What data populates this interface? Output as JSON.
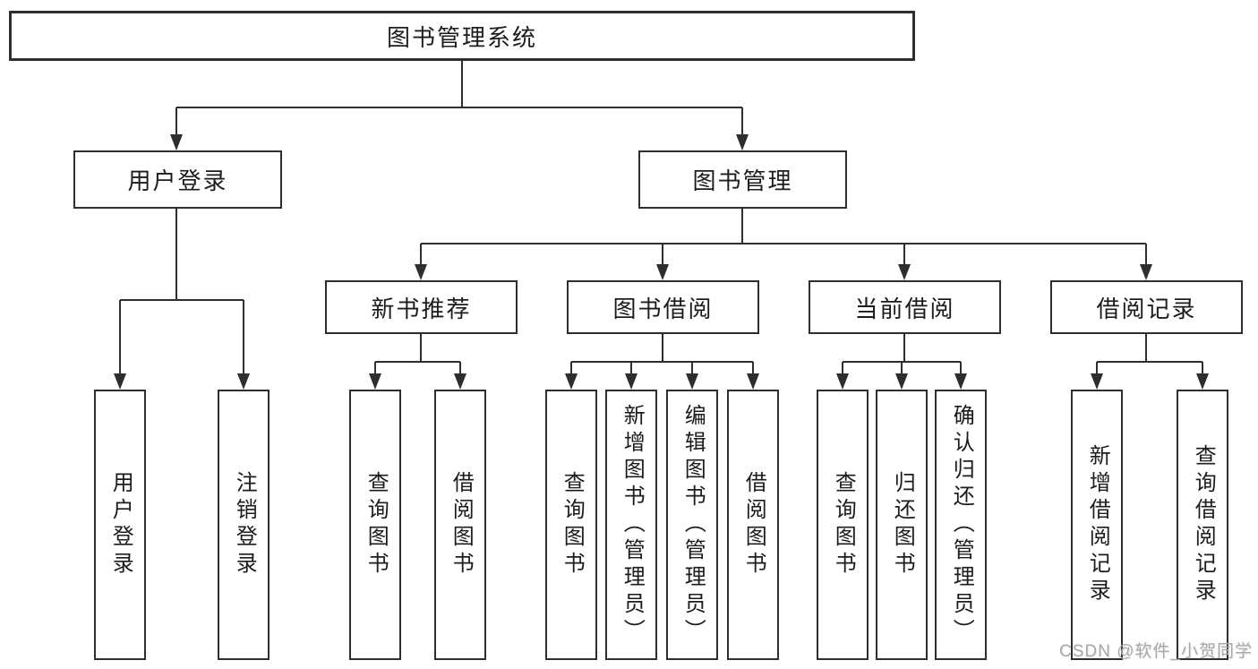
{
  "colors": {
    "line": "#2e2e2e",
    "box_border": "#2e2e2e",
    "text": "#1c1c1c",
    "background": "#ffffff",
    "watermark": "#a9a9a9"
  },
  "watermark": {
    "text": "CSDN @软件_小贺同学"
  },
  "diagram": {
    "type": "hierarchy-tree",
    "root": {
      "label": "图书管理系统"
    },
    "branches": [
      {
        "label": "用户登录",
        "children": [
          {
            "label": "用户登录"
          },
          {
            "label": "注销登录"
          }
        ]
      },
      {
        "label": "图书管理",
        "sections": [
          {
            "label": "新书推荐",
            "children": [
              {
                "label": "查询图书"
              },
              {
                "label": "借阅图书"
              }
            ]
          },
          {
            "label": "图书借阅",
            "children": [
              {
                "label": "查询图书"
              },
              {
                "label": "新增图书（管理员）"
              },
              {
                "label": "编辑图书（管理员）"
              },
              {
                "label": "借阅图书"
              }
            ]
          },
          {
            "label": "当前借阅",
            "children": [
              {
                "label": "查询图书"
              },
              {
                "label": "归还图书"
              },
              {
                "label": "确认归还（管理员）"
              }
            ]
          },
          {
            "label": "借阅记录",
            "children": [
              {
                "label": "新增借阅记录"
              },
              {
                "label": "查询借阅记录"
              }
            ]
          }
        ]
      }
    ]
  }
}
